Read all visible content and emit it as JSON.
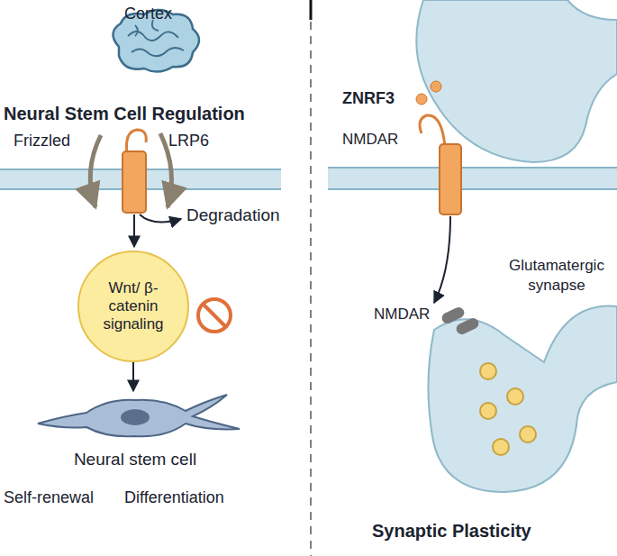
{
  "diagram": {
    "nodes": [
      {
        "text": [
          "Wnt/ β-catenin signaling"
        ]
      },
      {
        "text": [
          "Neural stem cell"
        ]
      }
    ],
    "edges": [
      {
        "from": 0,
        "to": 1,
        "arrow": "to"
      }
    ],
    "labels": [
      "Cortex",
      "Neural Stem Cell Regulation",
      "Frizzled",
      "LRP6",
      "Degradation",
      "Self-renewal",
      "Differentiation",
      "ZNRF3",
      "NMDAR",
      "Glutamatergic synapse",
      "NMDAR",
      "Synaptic Plasticity"
    ]
  }
}
